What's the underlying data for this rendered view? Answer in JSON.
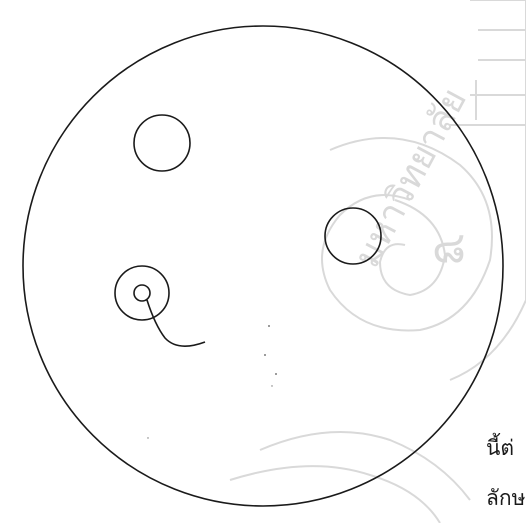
{
  "caption": {
    "line1": "นี้ต่",
    "line2": "ลักษ"
  },
  "watermark": {
    "text": "มหาวิทยาลัย",
    "numeral": "๘",
    "color": "#d9d9d9"
  },
  "colors": {
    "ink": "#1a1a1a",
    "background": "#ffffff"
  }
}
